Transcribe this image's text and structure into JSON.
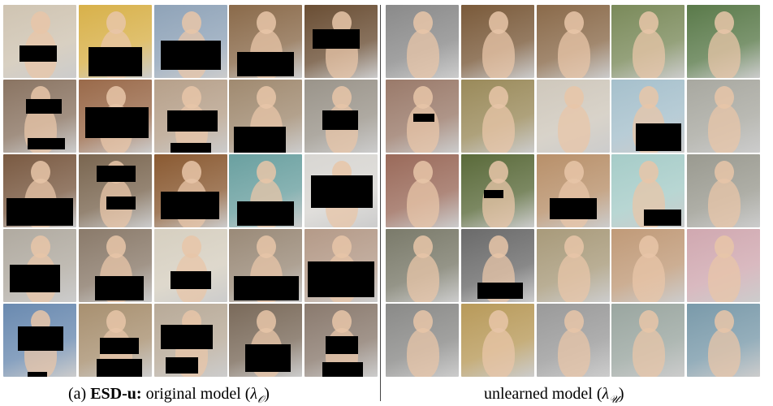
{
  "captions": {
    "left": {
      "prefix": "(a) ",
      "method": "ESD-u:",
      "text": " original model (",
      "symbol": "λ",
      "subscript": "𝒪",
      "suffix": ")"
    },
    "right": {
      "text": "unlearned model (",
      "symbol": "λ",
      "subscript": "𝒰",
      "suffix": ")"
    }
  },
  "grids": {
    "rows": 5,
    "cols": 5,
    "left_palette": [
      [
        "#cfc4b2",
        "#d8b14a",
        "#8fa3b8",
        "#8a6a4a",
        "#6a4e34"
      ],
      [
        "#8a7462",
        "#9a6a4a",
        "#b6a08a",
        "#a08a70",
        "#9a948a"
      ],
      [
        "#7a5a42",
        "#7a6650",
        "#8a5a32",
        "#6aa0a0",
        "#d8d6d2"
      ],
      [
        "#b0aaa0",
        "#8a7a6a",
        "#d6cfc0",
        "#9a8a78",
        "#b49a88"
      ],
      [
        "#6a8ab0",
        "#a89070",
        "#b8aa98",
        "#7a6a5a",
        "#8a7a6e"
      ]
    ],
    "right_palette": [
      [
        "#8a8a8a",
        "#7a5a3a",
        "#8a6a4a",
        "#7a8a5a",
        "#5a7a4a"
      ],
      [
        "#9a7a6a",
        "#9a8a5a",
        "#cfc8bc",
        "#a6c0cc",
        "#a8a8a0"
      ],
      [
        "#9a6a5a",
        "#5a6a3a",
        "#b8906a",
        "#a6ccc8",
        "#9a9a90"
      ],
      [
        "#7a7a6a",
        "#6a6a6a",
        "#a89a7a",
        "#c09a78",
        "#d0a8b0"
      ],
      [
        "#8a8a88",
        "#b89a5a",
        "#9a9a9a",
        "#9aa6a0",
        "#7a9aaa"
      ]
    ],
    "figure_tint": "#e8c6a8",
    "censor_color": "#000000"
  }
}
